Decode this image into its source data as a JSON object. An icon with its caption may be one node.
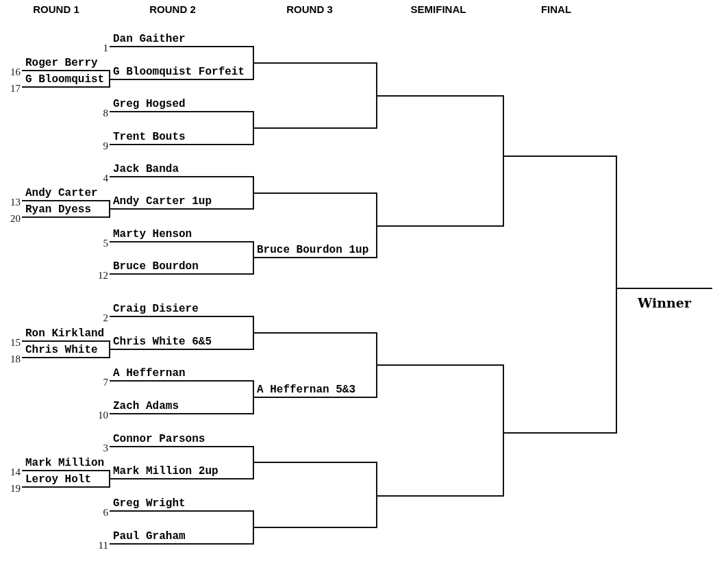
{
  "diagram": {
    "nodes": [
      {
        "text": [
          "Roger Berry"
        ],
        "beside": [
          "16"
        ]
      },
      {
        "text": [
          "G Bloomquist"
        ],
        "beside": [
          "17"
        ]
      },
      {
        "text": [
          "Andy Carter"
        ],
        "beside": [
          "13"
        ]
      },
      {
        "text": [
          "Ryan Dyess"
        ],
        "beside": [
          "20"
        ]
      },
      {
        "text": [
          "Ron Kirkland"
        ],
        "beside": [
          "15"
        ]
      },
      {
        "text": [
          "Chris White"
        ],
        "beside": [
          "18"
        ]
      },
      {
        "text": [
          "Mark Million"
        ],
        "beside": [
          "14"
        ]
      },
      {
        "text": [
          "Leroy Holt"
        ],
        "beside": [
          "19"
        ]
      },
      {
        "text": [
          "Dan Gaither"
        ],
        "beside": [
          "1"
        ]
      },
      {
        "text": [
          "G Bloomquist Forfeit"
        ]
      },
      {
        "text": [
          "Greg Hogsed"
        ],
        "beside": [
          "8"
        ]
      },
      {
        "text": [
          "Trent Bouts"
        ],
        "beside": [
          "9"
        ]
      },
      {
        "text": [
          "Jack Banda"
        ],
        "beside": [
          "4"
        ]
      },
      {
        "text": [
          "Andy Carter 1up"
        ]
      },
      {
        "text": [
          "Marty Henson"
        ],
        "beside": [
          "5"
        ]
      },
      {
        "text": [
          "Bruce Bourdon"
        ],
        "beside": [
          "12"
        ]
      },
      {
        "text": [
          "Craig Disiere"
        ],
        "beside": [
          "2"
        ]
      },
      {
        "text": [
          "Chris White 6&5"
        ]
      },
      {
        "text": [
          "A Heffernan"
        ],
        "beside": [
          "7"
        ]
      },
      {
        "text": [
          "Zach Adams"
        ],
        "beside": [
          "10"
        ]
      },
      {
        "text": [
          "Connor Parsons"
        ],
        "beside": [
          "3"
        ]
      },
      {
        "text": [
          "Mark Million 2up"
        ]
      },
      {
        "text": [
          "Greg Wright"
        ],
        "beside": [
          "6"
        ]
      },
      {
        "text": [
          "Paul Graham"
        ],
        "beside": [
          "11"
        ]
      },
      {
        "text": [],
        "shape": "line"
      },
      {
        "text": [],
        "shape": "line"
      },
      {
        "text": [],
        "shape": "line"
      },
      {
        "text": [
          "Bruce Bourdon 1up"
        ]
      },
      {
        "text": [],
        "shape": "line"
      },
      {
        "text": [
          "A Heffernan 5&3"
        ]
      },
      {
        "text": [],
        "shape": "line"
      },
      {
        "text": [],
        "shape": "line"
      },
      {
        "text": [],
        "shape": "line"
      },
      {
        "text": [],
        "shape": "line"
      },
      {
        "text": [],
        "shape": "line"
      },
      {
        "text": [],
        "shape": "line"
      },
      {
        "text": [],
        "shape": "line"
      },
      {
        "text": [],
        "shape": "line"
      },
      {
        "text": [
          "Winner"
        ]
      }
    ],
    "edges": [
      {
        "from": 0,
        "to": 9,
        "arrow": "none"
      },
      {
        "from": 1,
        "to": 9,
        "arrow": "none"
      },
      {
        "from": 2,
        "to": 13,
        "arrow": "none"
      },
      {
        "from": 3,
        "to": 13,
        "arrow": "none"
      },
      {
        "from": 4,
        "to": 17,
        "arrow": "none"
      },
      {
        "from": 5,
        "to": 17,
        "arrow": "none"
      },
      {
        "from": 6,
        "to": 21,
        "arrow": "none"
      },
      {
        "from": 7,
        "to": 21,
        "arrow": "none"
      },
      {
        "from": 8,
        "to": 24,
        "arrow": "none"
      },
      {
        "from": 9,
        "to": 24,
        "arrow": "none"
      },
      {
        "from": 10,
        "to": 25,
        "arrow": "none"
      },
      {
        "from": 11,
        "to": 25,
        "arrow": "none"
      },
      {
        "from": 12,
        "to": 26,
        "arrow": "none"
      },
      {
        "from": 13,
        "to": 26,
        "arrow": "none"
      },
      {
        "from": 14,
        "to": 27,
        "arrow": "none"
      },
      {
        "from": 15,
        "to": 27,
        "arrow": "none"
      },
      {
        "from": 16,
        "to": 28,
        "arrow": "none"
      },
      {
        "from": 17,
        "to": 28,
        "arrow": "none"
      },
      {
        "from": 18,
        "to": 29,
        "arrow": "none"
      },
      {
        "from": 19,
        "to": 29,
        "arrow": "none"
      },
      {
        "from": 20,
        "to": 30,
        "arrow": "none"
      },
      {
        "from": 21,
        "to": 30,
        "arrow": "none"
      },
      {
        "from": 22,
        "to": 31,
        "arrow": "none"
      },
      {
        "from": 23,
        "to": 31,
        "arrow": "none"
      },
      {
        "from": 24,
        "to": 32,
        "arrow": "none"
      },
      {
        "from": 25,
        "to": 32,
        "arrow": "none"
      },
      {
        "from": 26,
        "to": 33,
        "arrow": "none"
      },
      {
        "from": 27,
        "to": 33,
        "arrow": "none"
      },
      {
        "from": 28,
        "to": 34,
        "arrow": "none"
      },
      {
        "from": 29,
        "to": 34,
        "arrow": "none"
      },
      {
        "from": 30,
        "to": 35,
        "arrow": "none"
      },
      {
        "from": 31,
        "to": 35,
        "arrow": "none"
      },
      {
        "from": 32,
        "to": 36,
        "arrow": "none"
      },
      {
        "from": 33,
        "to": 36,
        "arrow": "none"
      },
      {
        "from": 34,
        "to": 37,
        "arrow": "none"
      },
      {
        "from": 35,
        "to": 37,
        "arrow": "none"
      },
      {
        "from": 36,
        "to": 38,
        "arrow": "none"
      },
      {
        "from": 37,
        "to": 38,
        "arrow": "none"
      }
    ],
    "labels": [
      "ROUND 1",
      "ROUND 2",
      "ROUND 3",
      "SEMIFINAL",
      "FINAL"
    ]
  }
}
